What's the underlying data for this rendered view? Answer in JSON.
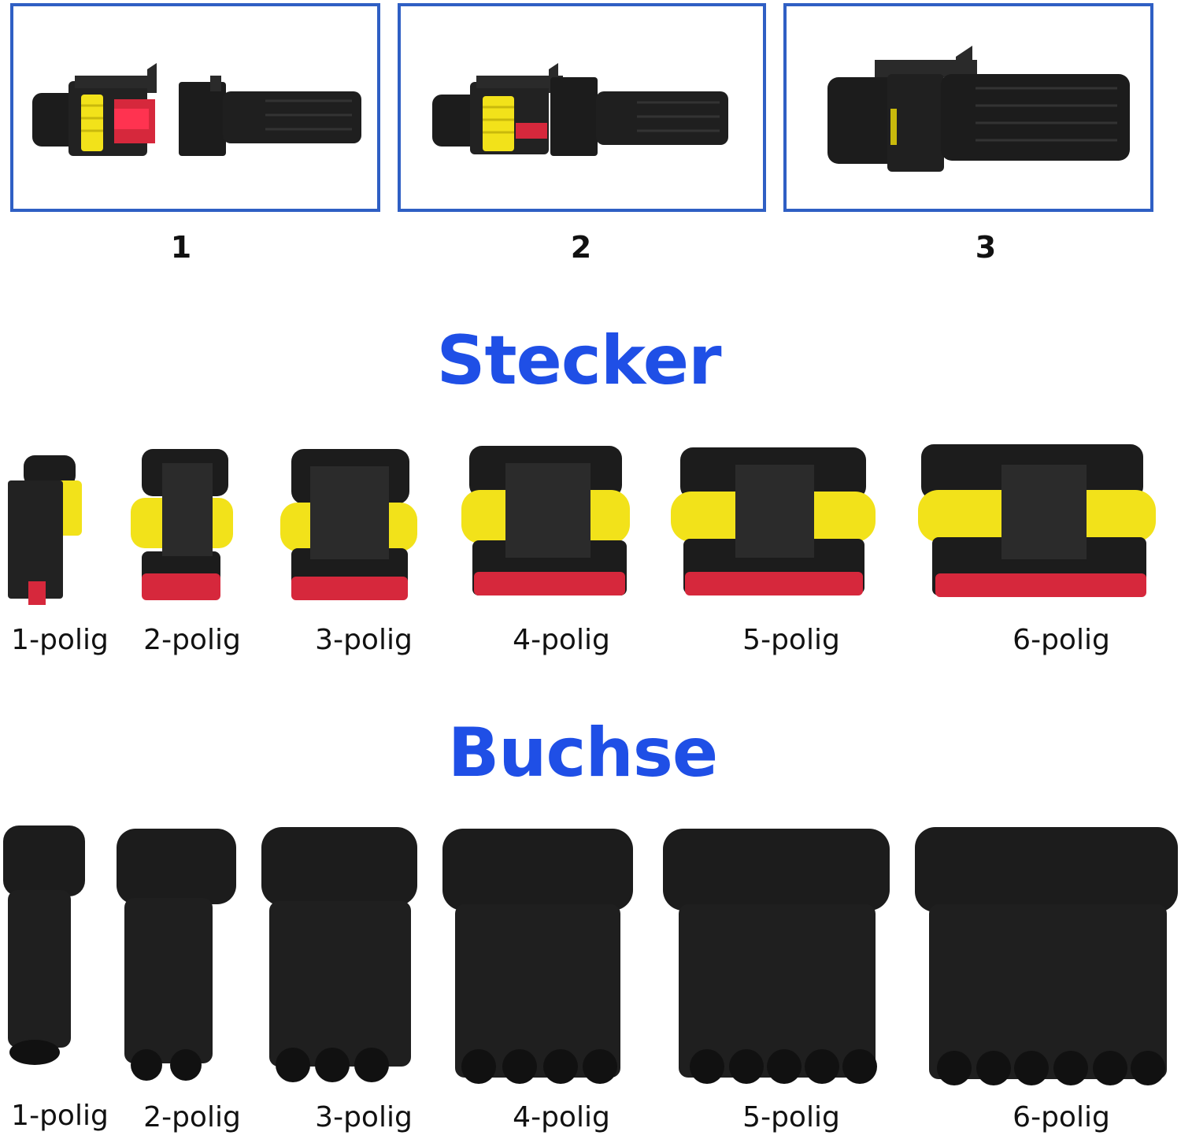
{
  "steps": {
    "labels": [
      "1",
      "2",
      "3"
    ]
  },
  "sections": {
    "male": {
      "title": "Stecker",
      "items": [
        "1-polig",
        "2-polig",
        "3-polig",
        "4-polig",
        "5-polig",
        "6-polig"
      ]
    },
    "female": {
      "title": "Buchse",
      "items": [
        "1-polig",
        "2-polig",
        "3-polig",
        "4-polig",
        "5-polig",
        "6-polig"
      ]
    }
  },
  "colors": {
    "frame": "#2f5fc4",
    "heading": "#1f4fe6",
    "housing": "#1c1c1c",
    "seal": "#f2e21a",
    "lock": "#d6283c"
  }
}
